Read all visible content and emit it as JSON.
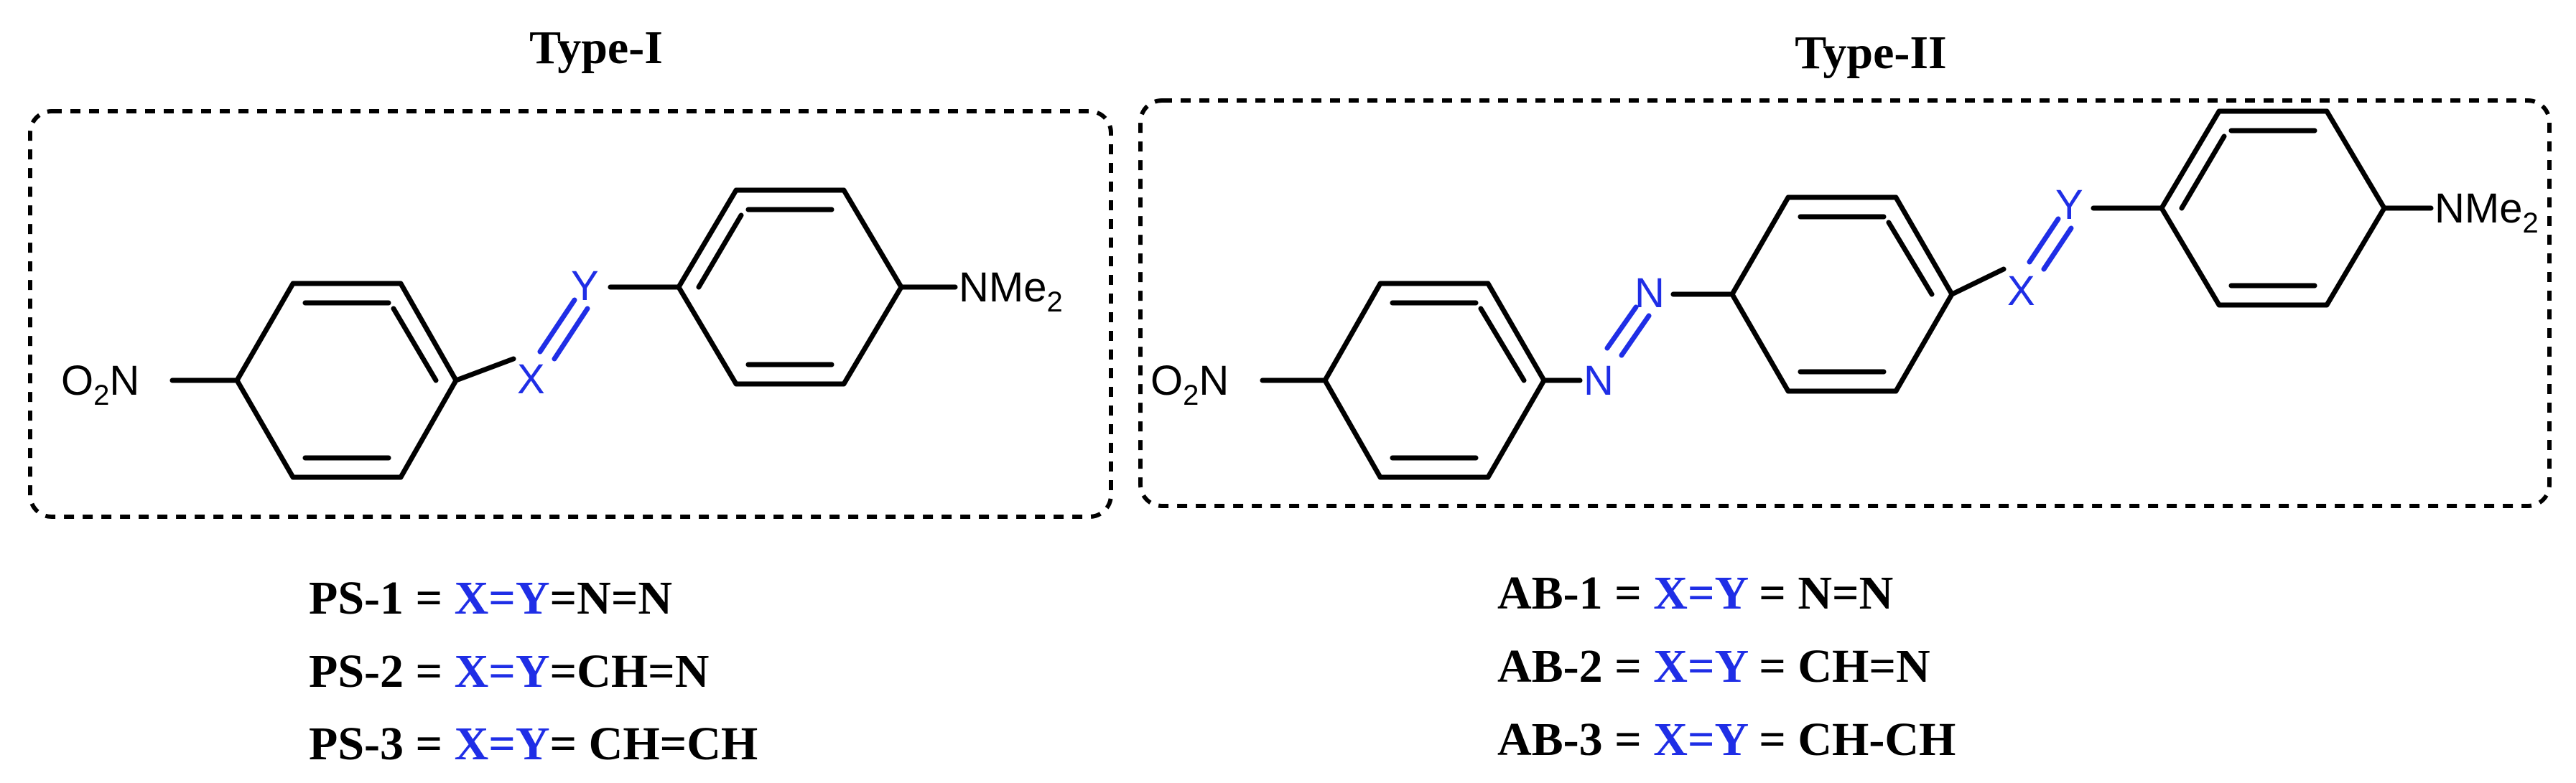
{
  "panels": {
    "type1": {
      "title": "Type-I",
      "left_group": "O2N",
      "right_group": "NMe2",
      "linker_x": "X",
      "linker_y": "Y"
    },
    "type2": {
      "title": "Type-II",
      "left_group": "O2N",
      "right_group": "NMe2",
      "azo_n1": "N",
      "azo_n2": "N",
      "linker_x": "X",
      "linker_y": "Y"
    }
  },
  "legend_ps": [
    {
      "label": "PS-1 = ",
      "xy": "X=Y",
      "value": "=N=N"
    },
    {
      "label": "PS-2 = ",
      "xy": "X=Y",
      "value": "=CH=N"
    },
    {
      "label": "PS-3 = ",
      "xy": "X=Y",
      "value": "= CH=CH"
    }
  ],
  "legend_ab": [
    {
      "label": "AB-1 = ",
      "xy": "X=Y",
      "value": " = N=N"
    },
    {
      "label": "AB-2 = ",
      "xy": "X=Y",
      "value": " = CH=N"
    },
    {
      "label": "AB-3 = ",
      "xy": "X=Y",
      "value": " = CH-CH"
    }
  ],
  "colors": {
    "accent": "#1f2ee6",
    "ink": "#000000"
  }
}
